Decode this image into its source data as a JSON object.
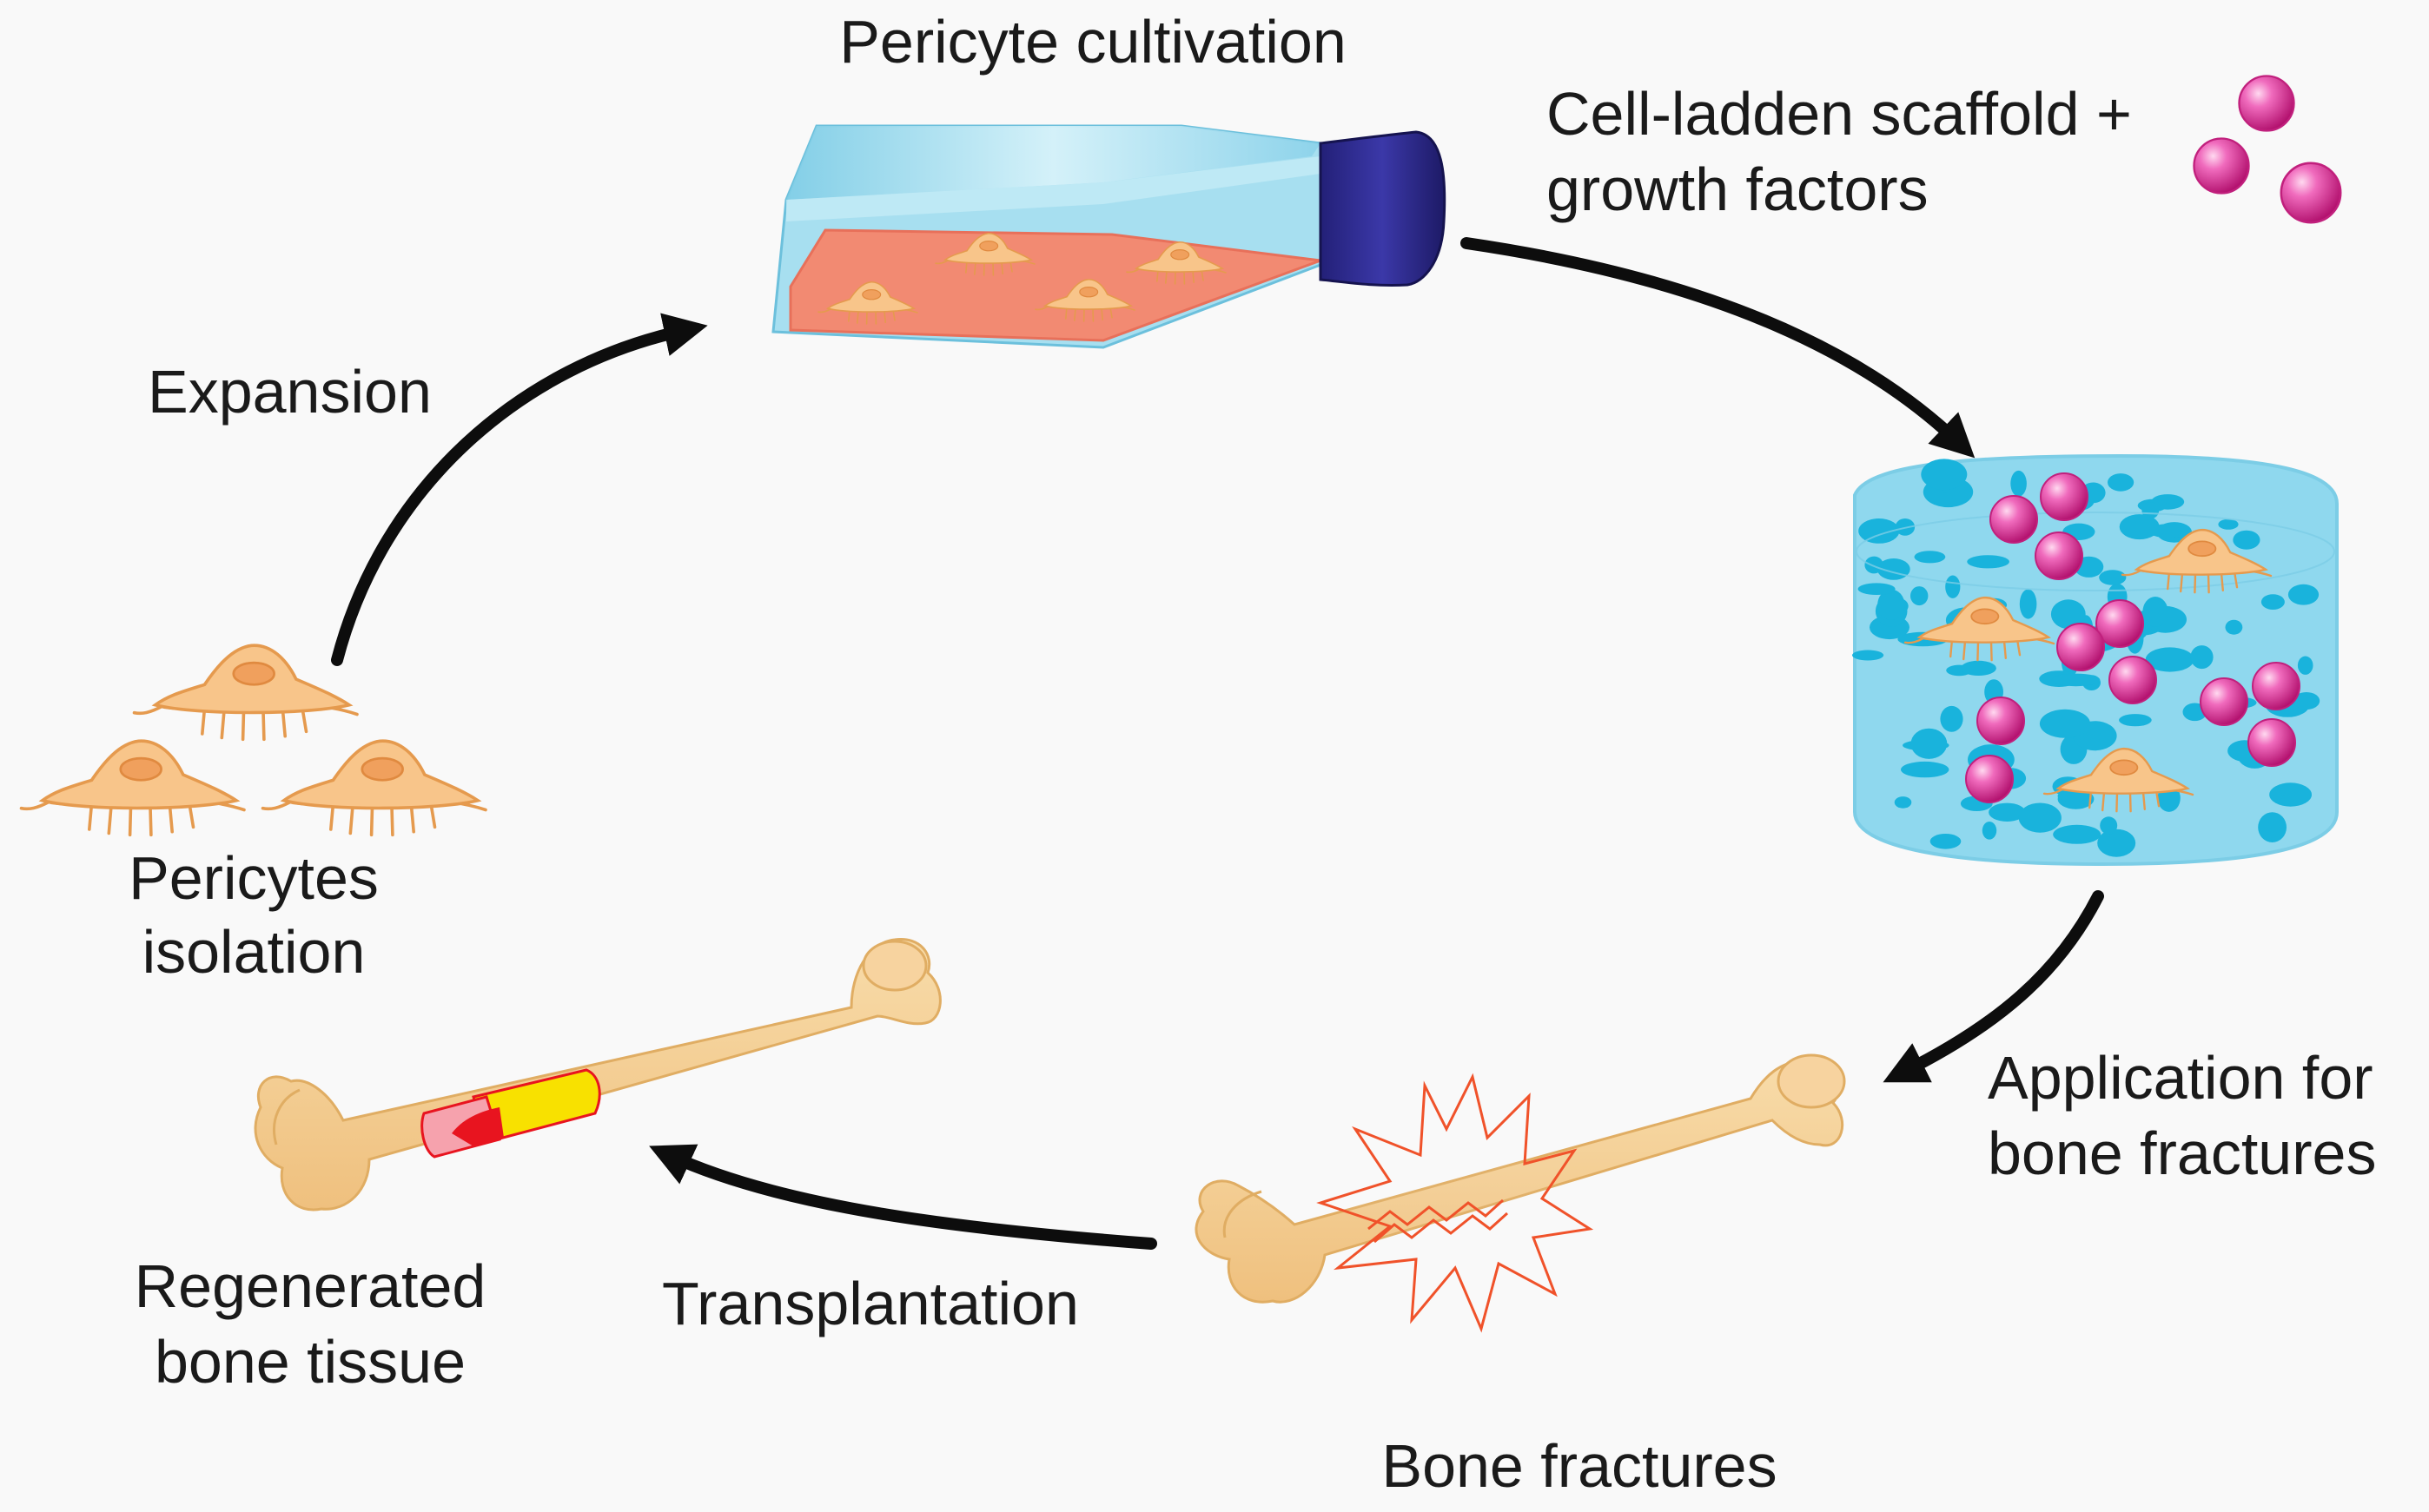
{
  "labels": {
    "pericyte_cultivation": "Pericyte cultivation",
    "scaffold_line1": "Cell-ladden scaffold +",
    "scaffold_line2": "growth factors",
    "expansion": "Expansion",
    "pericytes_line1": "Pericytes",
    "pericytes_line2": "isolation",
    "application_line1": "Application for",
    "application_line2": "bone fractures",
    "regenerated_line1": "Regenerated",
    "regenerated_line2": "bone tissue",
    "transplantation": "Transplantation",
    "bone_fractures": "Bone fractures"
  },
  "colors": {
    "background": "#f9f9f9",
    "arrow": "#0d0d0d",
    "cell_fill": "#f8c58a",
    "cell_stroke": "#e59a4e",
    "flask_body": "#a7dff0",
    "flask_medium": "#f28a72",
    "flask_cap": "#2d2a8f",
    "scaffold_fill": "#8fd8ee",
    "scaffold_pore": "#19b3dc",
    "growth_factor": "#e0399b",
    "bone_fill": "#f4cd93",
    "bone_stroke": "#e0ad63",
    "fracture_burst": "#f0522a",
    "regen_yellow": "#f8e100",
    "regen_red": "#e8141f"
  }
}
